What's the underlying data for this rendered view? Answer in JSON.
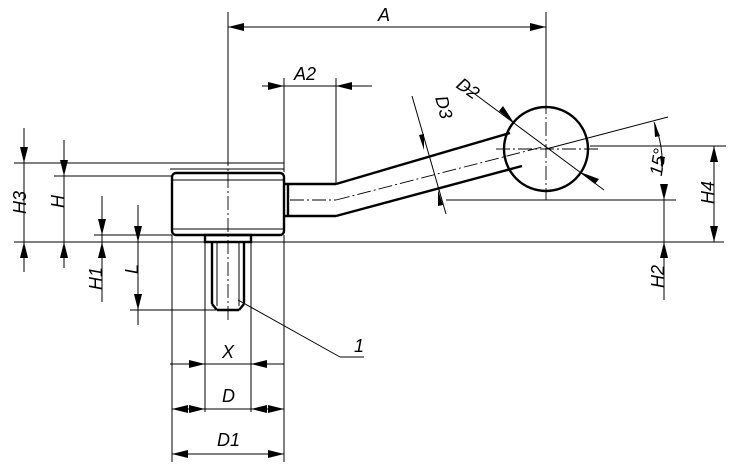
{
  "labels": {
    "A": "A",
    "A2": "A2",
    "D2": "D2",
    "D3": "D3",
    "angle": "15°",
    "H3": "H3",
    "H": "H",
    "H1": "H1",
    "L": "L",
    "H4": "H4",
    "H2": "H2",
    "X": "X",
    "D": "D",
    "D1": "D1",
    "item1": "1"
  }
}
